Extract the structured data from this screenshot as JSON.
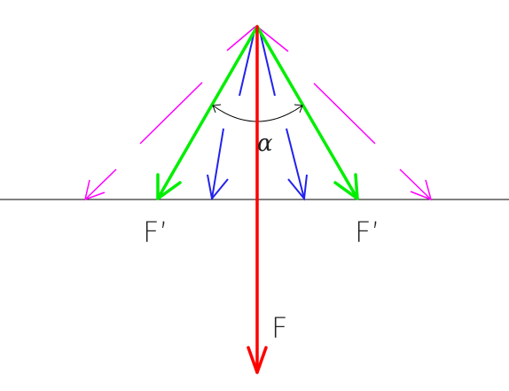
{
  "labels": {
    "f_prime_left": "F’",
    "f_prime_right": "F’",
    "force": "F",
    "angle": "α"
  },
  "colors": {
    "resultant_force": "#ff0000",
    "component_forces": "#00ee00",
    "narrow_rays": "#2222ee",
    "wide_rays": "#ff00ff",
    "baseline": "#000000",
    "angle_arc": "#000000"
  }
}
